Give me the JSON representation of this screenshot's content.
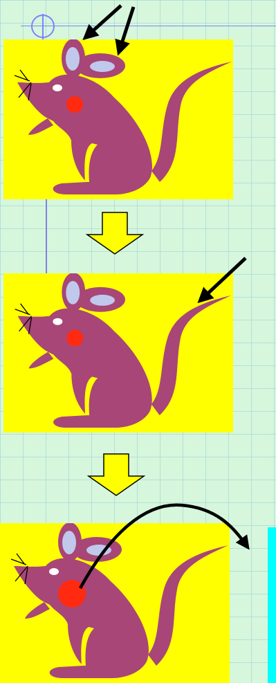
{
  "colors": {
    "background": "#d6f7dc",
    "panel": "#ffff00",
    "mouse_body": "#a84677",
    "ear_inner": "#c0c8ec",
    "highlight_dot": "#ff2a10",
    "eye": "#ffffff",
    "down_arrow_fill": "#ffff00",
    "pointer_arrow": "#000000",
    "side_bar": "#00ffff",
    "guide_line": "#8080ff"
  },
  "icons": {
    "crosshair": "crosshair-icon",
    "step_arrow": "down-arrow-icon",
    "pointer": "pointer-arrow-icon"
  },
  "panels": [
    {
      "highlight": "ears",
      "pointer_arrows": 2
    },
    {
      "highlight": "tail",
      "pointer_arrows": 1
    },
    {
      "highlight": "red-dot",
      "pointer_arrows": 1,
      "curved": true,
      "dot_enlarged": true
    }
  ]
}
